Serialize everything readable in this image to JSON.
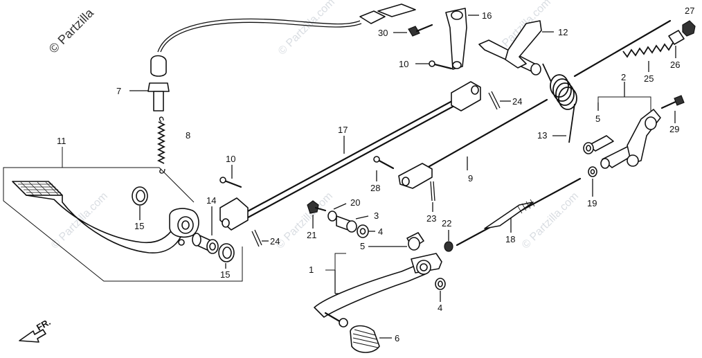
{
  "watermark": {
    "corner_text": "© Partzilla",
    "tile_text": "© Partzilla.com"
  },
  "direction_label": "FR.",
  "callouts": [
    {
      "id": "c1",
      "text": "1"
    },
    {
      "id": "c2",
      "text": "2"
    },
    {
      "id": "c3",
      "text": "3"
    },
    {
      "id": "c4a",
      "text": "4"
    },
    {
      "id": "c4b",
      "text": "4"
    },
    {
      "id": "c5a",
      "text": "5"
    },
    {
      "id": "c5b",
      "text": "5"
    },
    {
      "id": "c6",
      "text": "6"
    },
    {
      "id": "c7",
      "text": "7"
    },
    {
      "id": "c8",
      "text": "8"
    },
    {
      "id": "c9",
      "text": "9"
    },
    {
      "id": "c10a",
      "text": "10"
    },
    {
      "id": "c10b",
      "text": "10"
    },
    {
      "id": "c11",
      "text": "11"
    },
    {
      "id": "c12",
      "text": "12"
    },
    {
      "id": "c13",
      "text": "13"
    },
    {
      "id": "c14",
      "text": "14"
    },
    {
      "id": "c15a",
      "text": "15"
    },
    {
      "id": "c15b",
      "text": "15"
    },
    {
      "id": "c16",
      "text": "16"
    },
    {
      "id": "c17",
      "text": "17"
    },
    {
      "id": "c18",
      "text": "18"
    },
    {
      "id": "c19",
      "text": "19"
    },
    {
      "id": "c20",
      "text": "20"
    },
    {
      "id": "c21",
      "text": "21"
    },
    {
      "id": "c22",
      "text": "22"
    },
    {
      "id": "c23",
      "text": "23"
    },
    {
      "id": "c24a",
      "text": "24"
    },
    {
      "id": "c24b",
      "text": "24"
    },
    {
      "id": "c25",
      "text": "25"
    },
    {
      "id": "c26",
      "text": "26"
    },
    {
      "id": "c27",
      "text": "27"
    },
    {
      "id": "c28",
      "text": "28"
    },
    {
      "id": "c29",
      "text": "29"
    },
    {
      "id": "c30",
      "text": "30"
    }
  ]
}
